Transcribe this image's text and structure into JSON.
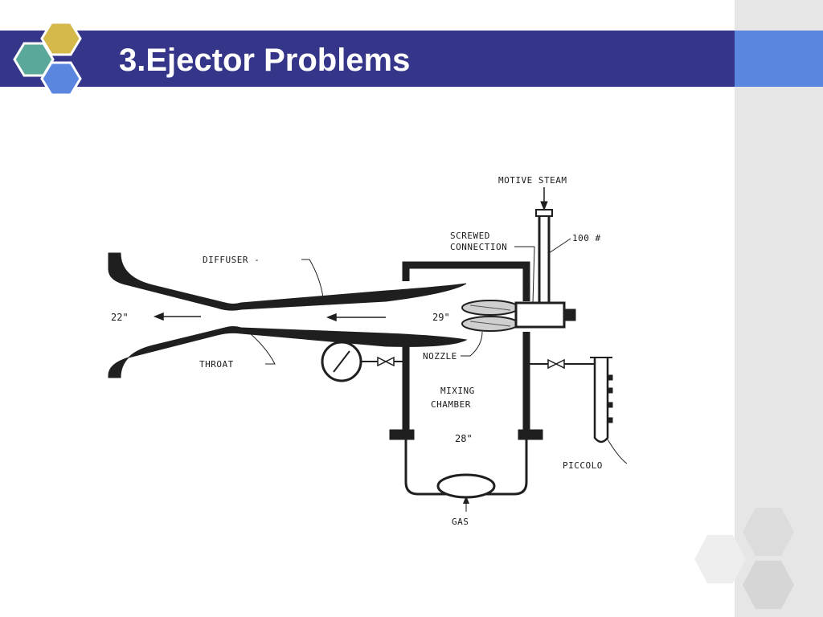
{
  "slide": {
    "title": "3.Ejector Problems"
  },
  "diagram": {
    "labels": {
      "motive_steam": "MOTIVE STEAM",
      "pressure": "100 #",
      "screwed_1": "SCREWED",
      "screwed_2": "CONNECTION",
      "diffuser": "DIFFUSER -",
      "outlet_vacuum": "22\"",
      "nozzle_vacuum": "29\"",
      "nozzle": "NOZZLE",
      "throat": "THROAT",
      "mixing_1": "MIXING",
      "mixing_2": "CHAMBER",
      "chamber_vacuum": "28\"",
      "piccolo": "PICCOLO",
      "gas": "GAS"
    }
  },
  "colors": {
    "title_bar": "#35368a",
    "title_accent": "#5b86e0",
    "side_panel": "#e6e6e6",
    "hex_gold": "#d4b84a",
    "hex_teal": "#5aa89a",
    "hex_blue": "#5b86e0"
  }
}
